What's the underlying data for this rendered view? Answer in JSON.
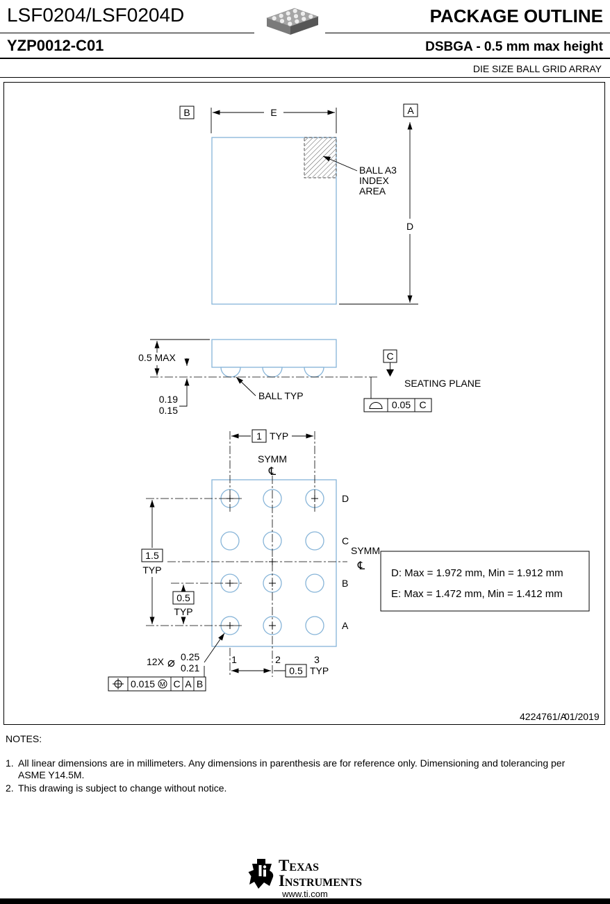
{
  "colors": {
    "outline_blue": "#86b4d8"
  },
  "header": {
    "device": "LSF0204/LSF0204D",
    "package_code": "YZP0012-C01",
    "title": "PACKAGE OUTLINE",
    "subtitle": "DSBGA - 0.5 mm max height",
    "family": "DIE SIZE BALL GRID ARRAY"
  },
  "drawing": {
    "datum_a": "A",
    "datum_b": "B",
    "datum_c": "C",
    "dim_e": "E",
    "dim_d": "D",
    "ball_index": {
      "l1": "BALL A3",
      "l2": "INDEX",
      "l3": "AREA"
    },
    "side": {
      "max_height": "0.5 MAX",
      "ball_h_max": "0.19",
      "ball_h_min": "0.15",
      "ball_typ": "BALL TYP",
      "seating_plane": "SEATING PLANE",
      "flatness_value": "0.05",
      "flatness_datum": "C"
    },
    "bottom": {
      "pitch2_value": "1",
      "pitch2_typ": "TYP",
      "symm_top": "SYMM",
      "symm_right": "SYMM",
      "centerline_symbol": "℄",
      "row_span_value": "1.5",
      "row_span_typ": "TYP",
      "row_pitch_value": "0.5",
      "row_pitch_typ": "TYP",
      "col_pitch_value": "0.5",
      "col_pitch_typ": "TYP",
      "rows": [
        "D",
        "C",
        "B",
        "A"
      ],
      "cols": [
        "1",
        "2",
        "3"
      ],
      "ball_count": "12X",
      "diameter_symbol": "⌀",
      "ball_d_max": "0.25",
      "ball_d_min": "0.21",
      "tol_value": "0.015",
      "tol_m": "M",
      "tol_datum1": "C",
      "tol_datum2": "A",
      "tol_datum3": "B"
    },
    "dims_note": {
      "line1": "D: Max = 1.972 mm, Min = 1.912 mm",
      "line2": "E: Max = 1.472 mm, Min = 1.412 mm"
    },
    "doc_number": "4224761/A",
    "doc_date": "01/2019"
  },
  "notes": {
    "heading": "NOTES:",
    "items": [
      {
        "num": "1.",
        "text": "All linear dimensions are in millimeters. Any dimensions in parenthesis are for reference only. Dimensioning and tolerancing per ASME Y14.5M."
      },
      {
        "num": "2.",
        "text": "This drawing is subject to change without notice."
      }
    ]
  },
  "footer": {
    "brand_line1": "Texas",
    "brand_line2": "Instruments",
    "url": "www.ti.com"
  }
}
